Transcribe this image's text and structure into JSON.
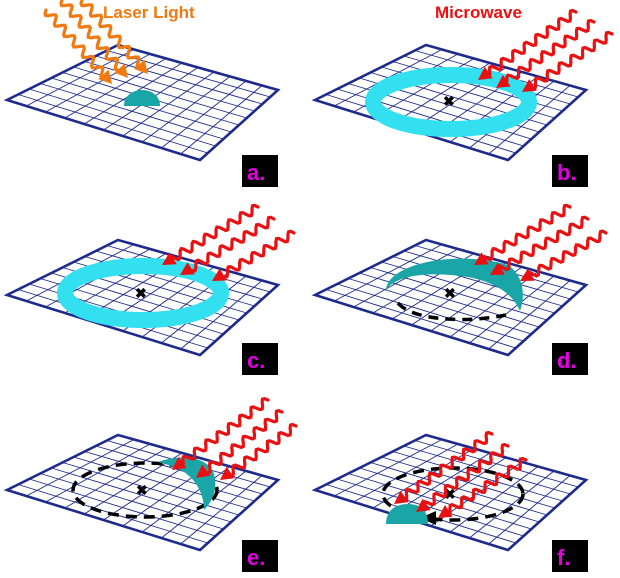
{
  "headers": {
    "laser": "Laser Light",
    "microwave": "Microwave"
  },
  "panels": [
    {
      "label": "a."
    },
    {
      "label": "b."
    },
    {
      "label": "c."
    },
    {
      "label": "d."
    },
    {
      "label": "e."
    },
    {
      "label": "f."
    }
  ],
  "colors": {
    "grid": "#1e2a8c",
    "gridFill": "#ffffff",
    "laser": "#f07a10",
    "microwave": "#e81010",
    "ring": "#33e0f0",
    "cloud": "#1aa6a6",
    "badgeBg": "#000000",
    "badgeText": "#e000e0",
    "path": "#000000"
  }
}
